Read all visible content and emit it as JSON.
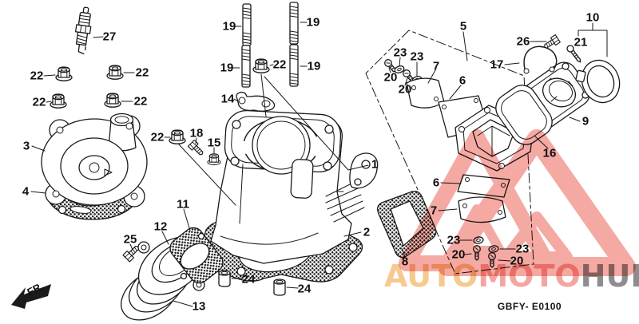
{
  "diagram": {
    "drawing_code": "GBFY- E0100",
    "front_marker": "FR.",
    "numbers": {
      "1": "1",
      "2": "2",
      "3": "3",
      "4": "4",
      "5": "5",
      "6": "6",
      "7": "7",
      "8": "8",
      "9": "9",
      "10": "10",
      "11": "11",
      "12": "12",
      "13": "13",
      "14": "14",
      "15": "15",
      "16": "16",
      "17": "17",
      "18": "18",
      "19": "19",
      "20": "20",
      "21": "21",
      "22": "22",
      "23": "23",
      "24": "24",
      "25": "25",
      "26": "26",
      "27": "27"
    }
  },
  "watermark": {
    "triangle_color": "#f4a9a3",
    "segments": [
      {
        "text": "AUTO",
        "color": "#f5c98f"
      },
      {
        "text": "MOTO",
        "color": "#f3a69f"
      },
      {
        "text": "HUB",
        "color": "#8d8d8d"
      }
    ]
  }
}
